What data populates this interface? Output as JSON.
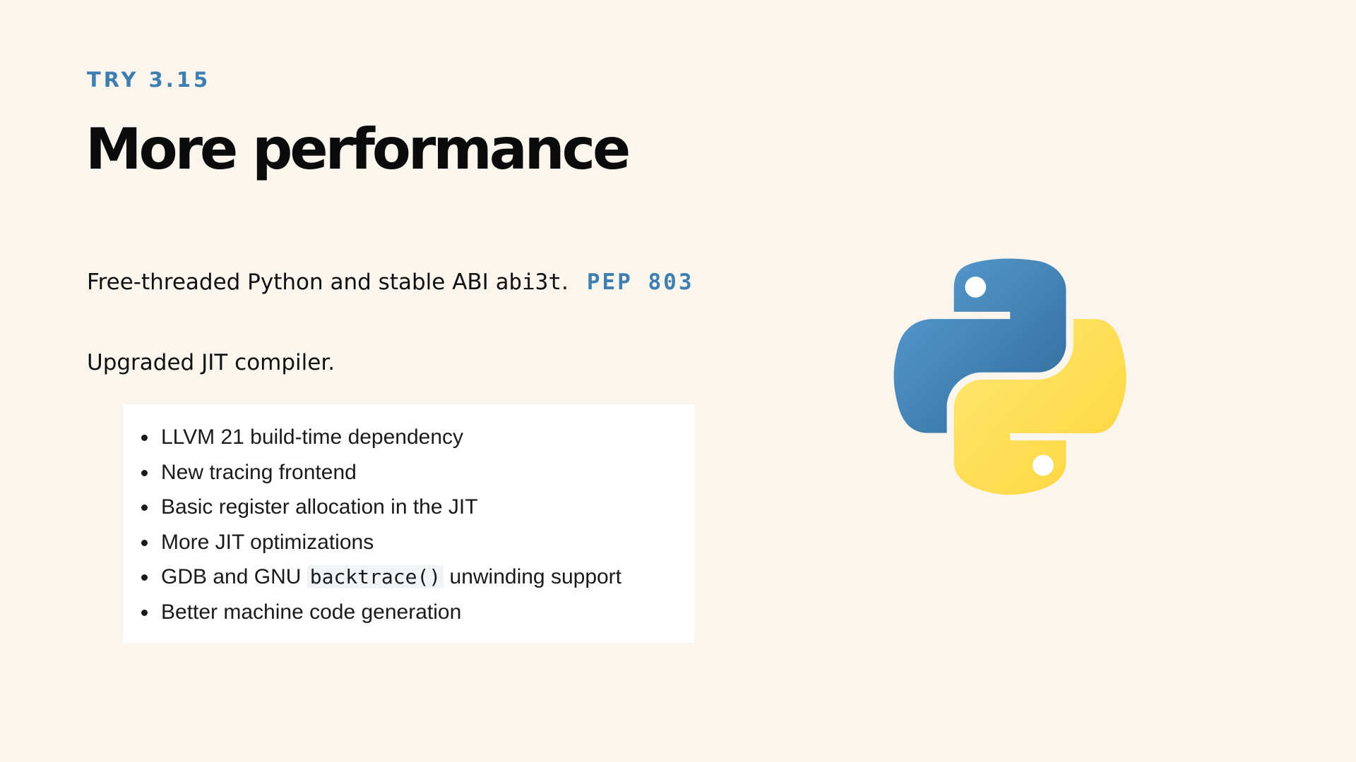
{
  "slide": {
    "eyebrow": "TRY 3.15",
    "title": "More performance",
    "line1": {
      "text": "Free-threaded Python and stable ABI ",
      "code": "abi3t",
      "suffix": ".",
      "pep": "PEP 803"
    },
    "line2": "Upgraded JIT compiler.",
    "bullets": [
      {
        "text": "LLVM 21 build-time dependency"
      },
      {
        "text": "New tracing frontend"
      },
      {
        "text": "Basic register allocation in the JIT"
      },
      {
        "text": "More JIT optimizations"
      },
      {
        "before": "GDB and GNU ",
        "code": "backtrace()",
        "after": " unwinding support"
      },
      {
        "text": "Better machine code generation"
      }
    ]
  },
  "logo": {
    "icon": "python-logo-icon",
    "colors": {
      "blue_light": "#5a9fd4",
      "blue_dark": "#306998",
      "yellow_light": "#ffe873",
      "yellow_dark": "#ffd43b"
    }
  }
}
